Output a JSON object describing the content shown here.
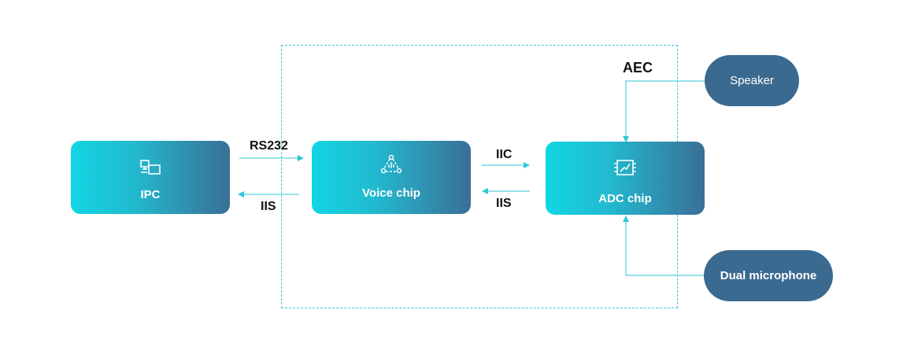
{
  "blocks": {
    "ipc": {
      "label": "IPC",
      "icon": "devices-icon"
    },
    "voice": {
      "label": "Voice chip",
      "icon": "voice-network-icon"
    },
    "adc": {
      "label": "ADC chip",
      "icon": "chip-icon"
    }
  },
  "peripherals": {
    "speaker": "Speaker",
    "microphone": "Dual microphone"
  },
  "connections": {
    "ipc_to_voice": "RS232",
    "voice_to_ipc": "IIS",
    "voice_to_adc": "IIC",
    "adc_to_voice": "IIS",
    "speaker_to_adc": "AEC"
  },
  "colors": {
    "block_gradient_start": "#12d6e3",
    "block_gradient_end": "#3a6f96",
    "pill": "#3b6a90",
    "line": "#2ec7d6"
  }
}
